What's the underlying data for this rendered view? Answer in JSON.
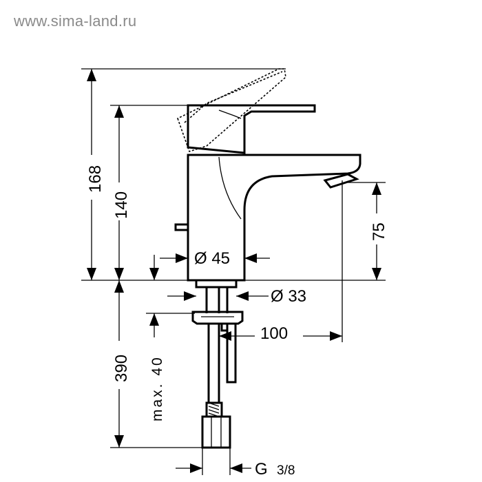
{
  "watermark": "www.sima-land.ru",
  "dimensions": {
    "total_height": "168",
    "body_height": "140",
    "spout_height": "75",
    "body_diameter": "Ø 45",
    "shank_diameter": "Ø 33",
    "reach": "100",
    "max_thickness": "max. 40",
    "hose_length": "390",
    "thread_g": "G",
    "thread_size": "3/8"
  }
}
